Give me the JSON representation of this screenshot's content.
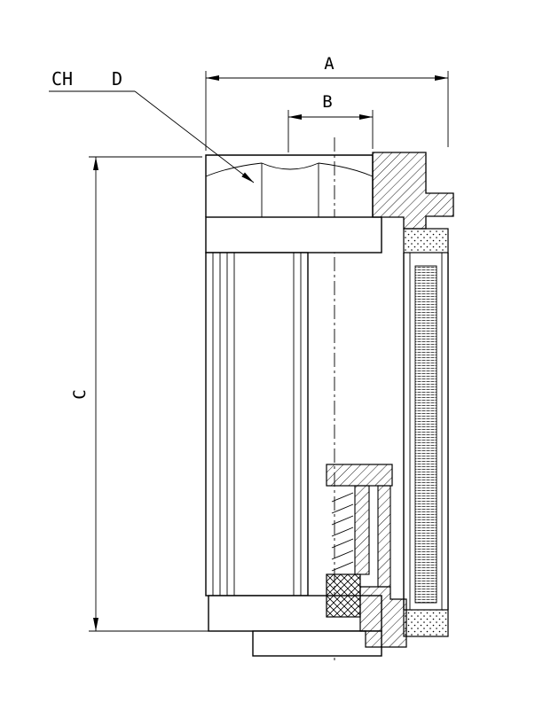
{
  "dimensions": {
    "a_label": "A",
    "b_label": "B",
    "c_label": "C"
  },
  "callout": {
    "ch_label": "CH",
    "d_label": "D"
  },
  "colors": {
    "line": "#000000",
    "background": "#ffffff"
  }
}
